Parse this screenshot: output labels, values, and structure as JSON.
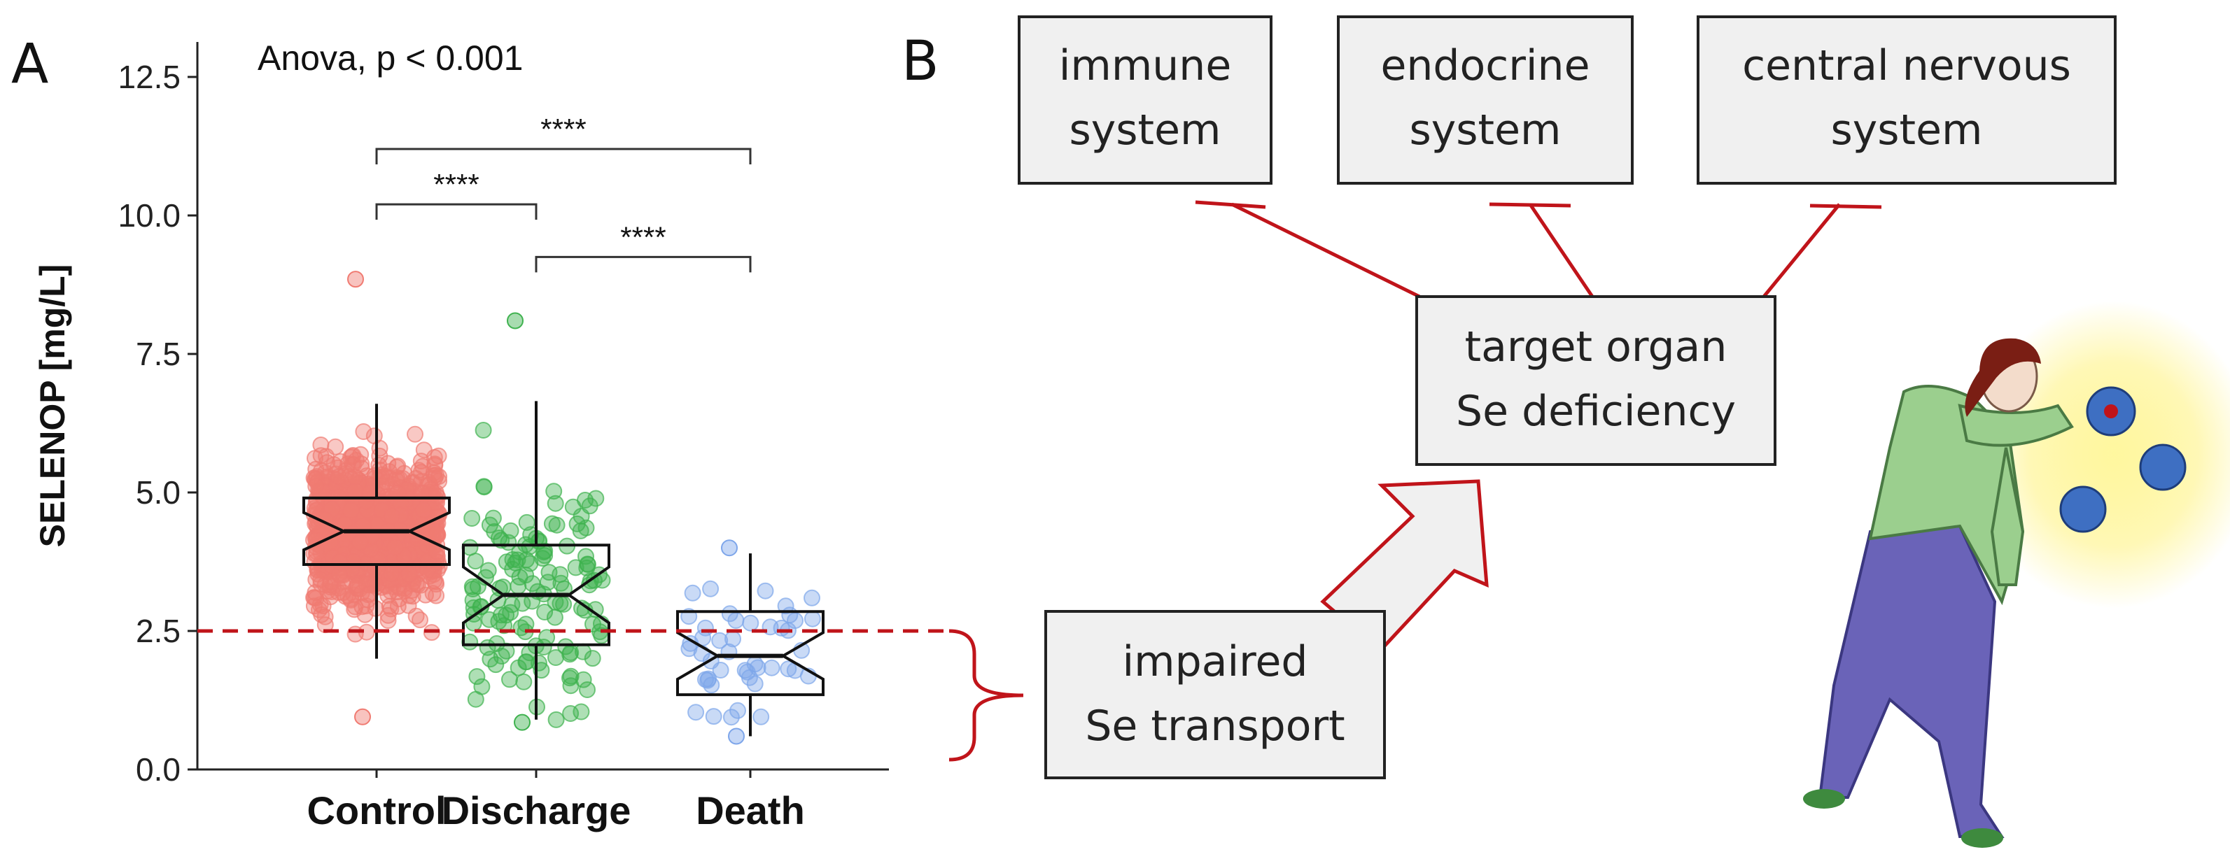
{
  "panels": {
    "a_letter": "A",
    "b_letter": "B"
  },
  "chart_data": {
    "type": "box",
    "title": "Anova, p < 0.001",
    "xlabel": "",
    "ylabel": "SELENOP [mg/L]",
    "ylim": [
      0,
      12.5
    ],
    "yticks": [
      "0.0",
      "2.5",
      "5.0",
      "7.5",
      "10.0",
      "12.5"
    ],
    "grid": false,
    "categories": [
      "Control",
      "Discharge",
      "Death"
    ],
    "series": [
      {
        "category": "Control",
        "color": "#f07b72",
        "q1": 3.7,
        "median": 4.3,
        "q3": 4.9,
        "whisker_low": 2.0,
        "whisker_high": 6.6,
        "min_point": 0.95,
        "max_point": 8.85
      },
      {
        "category": "Discharge",
        "color": "#3fb24f",
        "q1": 2.25,
        "median": 3.15,
        "q3": 4.05,
        "whisker_low": 0.9,
        "whisker_high": 6.65,
        "min_point": 0.85,
        "max_point": 8.1
      },
      {
        "category": "Death",
        "color": "#7ea6ea",
        "q1": 1.35,
        "median": 2.05,
        "q3": 2.85,
        "whisker_low": 0.6,
        "whisker_high": 3.9,
        "min_point": 0.6,
        "max_point": 4.0
      }
    ],
    "threshold": {
      "value": 2.5,
      "color": "#c0141a",
      "style": "dashed"
    },
    "comparisons": [
      {
        "from": "Control",
        "to": "Discharge",
        "label": "****"
      },
      {
        "from": "Discharge",
        "to": "Death",
        "label": "****"
      },
      {
        "from": "Control",
        "to": "Death",
        "label": "****"
      }
    ]
  },
  "diagram": {
    "boxes": {
      "immune": [
        "immune",
        "system"
      ],
      "endocrine": [
        "endocrine",
        "system"
      ],
      "cns": [
        "central nervous",
        "system"
      ],
      "target": [
        "target organ",
        "Se deficiency"
      ],
      "transport": [
        "impaired",
        "Se transport"
      ]
    },
    "colors": {
      "box_fill": "#f0f0f0",
      "box_stroke": "#222222",
      "arrow": "#c0141a"
    }
  }
}
